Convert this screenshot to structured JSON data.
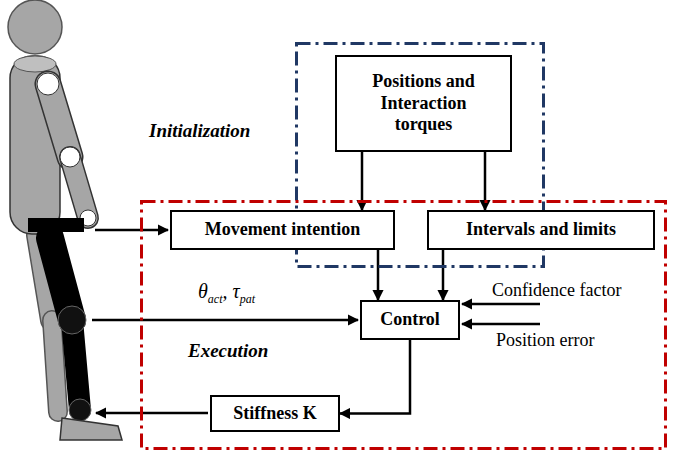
{
  "diagram": {
    "nodes": [
      {
        "text": [
          "Initialization"
        ]
      },
      {
        "text": [
          "Positions and Interaction torques"
        ],
        "in": 0
      },
      {
        "text": [
          "Execution"
        ]
      },
      {
        "text": [
          "Movement intention"
        ],
        "in": 2
      },
      {
        "text": [
          "Intervals and limits"
        ],
        "in": 2
      },
      {
        "text": [
          "Control"
        ],
        "in": 2
      },
      {
        "text": [
          "Stiffness K"
        ],
        "in": 2
      }
    ],
    "edges": [
      {
        "from": 1,
        "to": 3,
        "arrow": "to"
      },
      {
        "from": 1,
        "to": 4,
        "arrow": "to"
      },
      {
        "from": 3,
        "to": 5,
        "arrow": "to"
      },
      {
        "from": 4,
        "to": 5,
        "arrow": "to"
      },
      {
        "from": 5,
        "to": 6,
        "arrow": "to"
      }
    ],
    "labels": [
      "θ",
      "act",
      ", τ",
      "pat",
      "Confidence factor",
      "Position error"
    ]
  }
}
